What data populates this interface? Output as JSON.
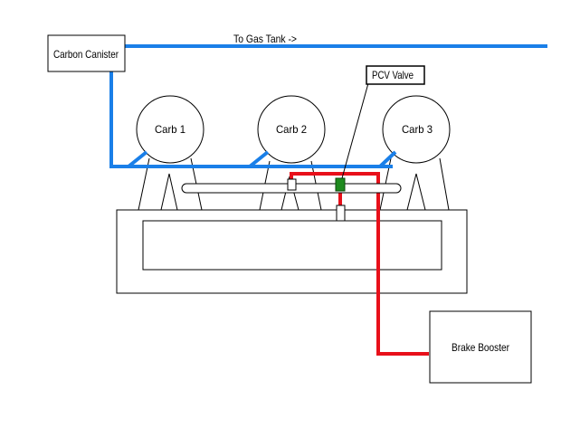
{
  "diagram": {
    "nodes": {
      "carbon_canister": "Carbon Canister",
      "carb1": "Carb 1",
      "carb2": "Carb 2",
      "carb3": "Carb 3",
      "pcv_valve": "PCV Valve",
      "brake_booster": "Brake Booster"
    },
    "labels": {
      "to_gas_tank": "To Gas Tank ->"
    },
    "colors": {
      "vapor_line": "#1a7fe8",
      "vacuum_line": "#e8101a",
      "pcv_valve_body": "#1e8a1e",
      "outline": "#000000"
    }
  }
}
